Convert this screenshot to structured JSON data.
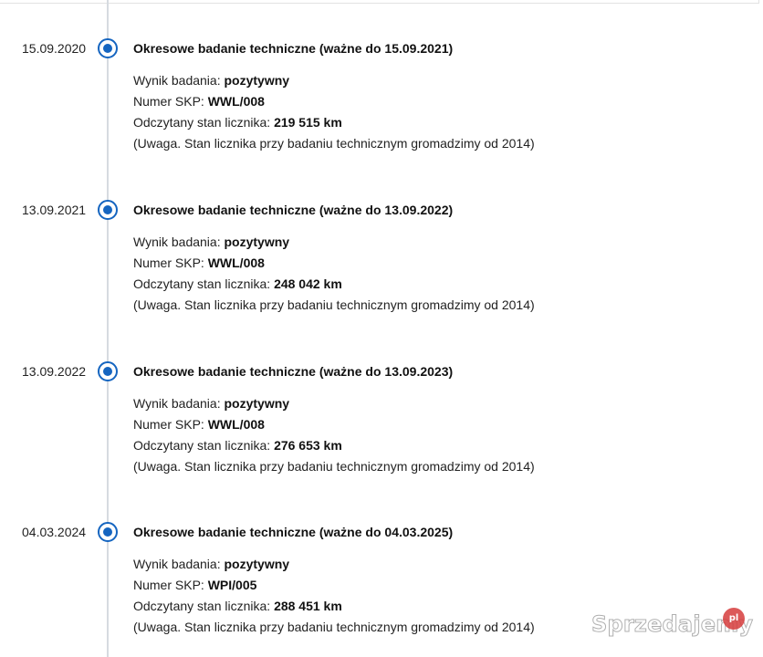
{
  "entries": [
    {
      "date": "15.09.2020",
      "title": "Okresowe badanie techniczne (ważne do 15.09.2021)",
      "result_label": "Wynik badania: ",
      "result_value": "pozytywny",
      "skp_label": "Numer SKP: ",
      "skp_value": "WWL/008",
      "odometer_label": "Odczytany stan licznika: ",
      "odometer_value": "219 515 km",
      "note": "(Uwaga. Stan licznika przy badaniu technicznym gromadzimy od 2014)"
    },
    {
      "date": "13.09.2021",
      "title": "Okresowe badanie techniczne (ważne do 13.09.2022)",
      "result_label": "Wynik badania: ",
      "result_value": "pozytywny",
      "skp_label": "Numer SKP: ",
      "skp_value": "WWL/008",
      "odometer_label": "Odczytany stan licznika: ",
      "odometer_value": "248 042 km",
      "note": "(Uwaga. Stan licznika przy badaniu technicznym gromadzimy od 2014)"
    },
    {
      "date": "13.09.2022",
      "title": "Okresowe badanie techniczne (ważne do 13.09.2023)",
      "result_label": "Wynik badania: ",
      "result_value": "pozytywny",
      "skp_label": "Numer SKP: ",
      "skp_value": "WWL/008",
      "odometer_label": "Odczytany stan licznika: ",
      "odometer_value": "276 653 km",
      "note": "(Uwaga. Stan licznika przy badaniu technicznym gromadzimy od 2014)"
    },
    {
      "date": "04.03.2024",
      "title": "Okresowe badanie techniczne (ważne do 04.03.2025)",
      "result_label": "Wynik badania: ",
      "result_value": "pozytywny",
      "skp_label": "Numer SKP: ",
      "skp_value": "WPI/005",
      "odometer_label": "Odczytany stan licznika: ",
      "odometer_value": "288 451 km",
      "note": "(Uwaga. Stan licznika przy badaniu technicznym gromadzimy od 2014)"
    }
  ],
  "watermark": {
    "text": "Sprzedajemy",
    "badge": "pl"
  },
  "colors": {
    "accent": "#1565c0",
    "timeline_line": "#d6dbe0"
  },
  "icons": {
    "timeline_marker": "timeline-dot-icon"
  }
}
